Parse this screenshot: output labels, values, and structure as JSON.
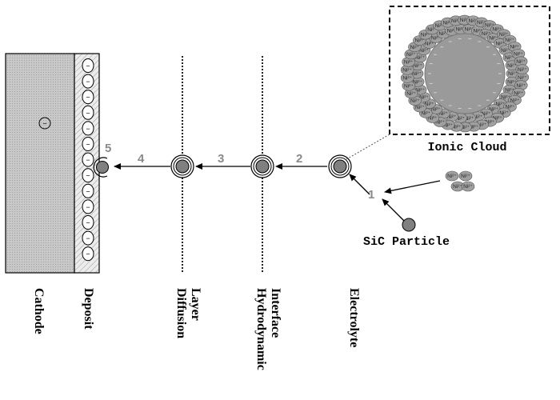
{
  "labels": {
    "cathode": "Cathode",
    "deposit": "Deposit",
    "diffusion_layer": [
      "Diffusion",
      "Layer"
    ],
    "hydrodynamic_interface": [
      "Hydrodynamic",
      "Interface"
    ],
    "electrolyte": "Electrolyte",
    "ionic_cloud": "Ionic Cloud",
    "sic_particle": "SiC Particle"
  },
  "steps": [
    "1",
    "2",
    "3",
    "4",
    "5"
  ],
  "ion_label": "Ni²⁺",
  "cathode_charge": "−",
  "deposit_charge": "−",
  "colors": {
    "cathode_fill": "#c4c4c4",
    "deposit_fill": "#e8e8e8",
    "particle": "#808080",
    "ion": "#a0a0a0",
    "cloud_core": "#9a9a9a",
    "step_number": "#8a8a8a",
    "line": "#000000"
  }
}
